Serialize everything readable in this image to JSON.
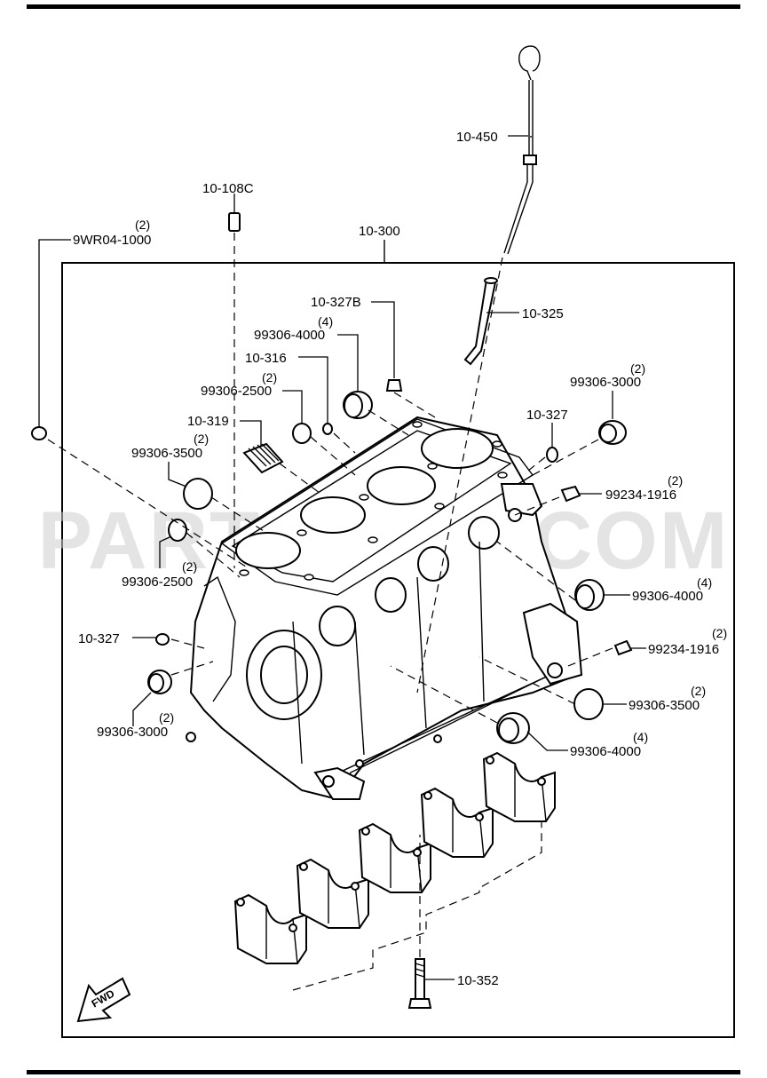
{
  "watermark": "PARTSOUQ.COM",
  "direction_badge": "FWD",
  "parts": {
    "p_10_450": "10-450",
    "p_10_108c": "10-108C",
    "p_10_300": "10-300",
    "p_9wr04": "9WR04-1000",
    "p_9wr04_qty": "(2)",
    "p_10_327b": "10-327B",
    "p_10_325": "10-325",
    "p_99306_4000_a": "99306-4000",
    "p_99306_4000_a_qty": "(4)",
    "p_10_316": "10-316",
    "p_99306_2500_a": "99306-2500",
    "p_99306_2500_a_qty": "(2)",
    "p_99306_3000_a": "99306-3000",
    "p_99306_3000_a_qty": "(2)",
    "p_10_327_a": "10-327",
    "p_10_319": "10-319",
    "p_99306_3500_a": "99306-3500",
    "p_99306_3500_a_qty": "(2)",
    "p_99234_1916_a": "99234-1916",
    "p_99234_1916_a_qty": "(2)",
    "p_99306_2500_b": "99306-2500",
    "p_99306_2500_b_qty": "(2)",
    "p_99306_4000_b": "99306-4000",
    "p_99306_4000_b_qty": "(4)",
    "p_10_327_b": "10-327",
    "p_99234_1916_b": "99234-1916",
    "p_99234_1916_b_qty": "(2)",
    "p_99306_3000_b": "99306-3000",
    "p_99306_3000_b_qty": "(2)",
    "p_99306_3500_b": "99306-3500",
    "p_99306_3500_b_qty": "(2)",
    "p_99306_4000_c": "99306-4000",
    "p_99306_4000_c_qty": "(4)",
    "p_10_352": "10-352"
  }
}
